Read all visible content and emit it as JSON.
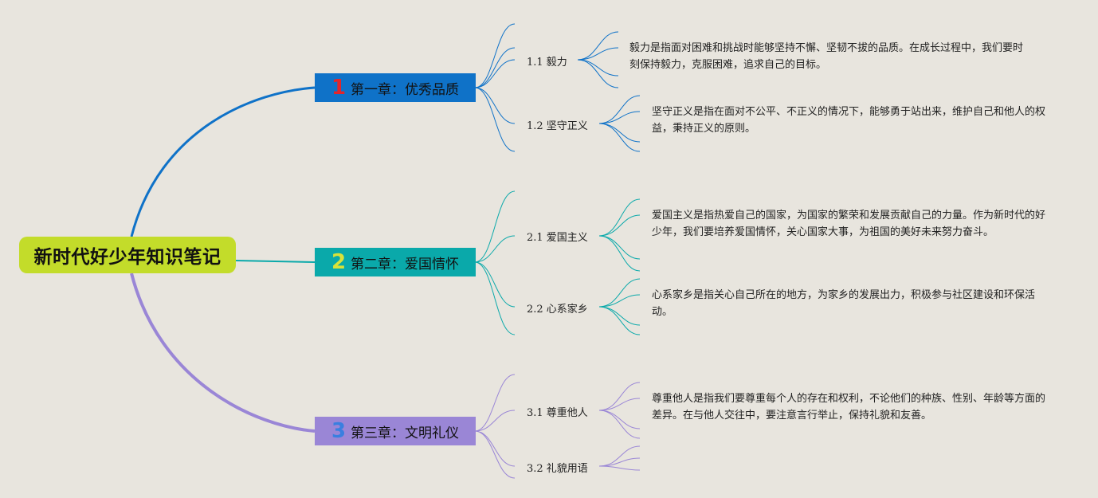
{
  "root": {
    "title": "新时代好少年知识笔记"
  },
  "colors": {
    "background": "#e8e5de",
    "root_bg": "#c3dc2a",
    "ch1": "#0f72c8",
    "ch2": "#0aa9aa",
    "ch3": "#9a86d6",
    "ch1_num": "#e2262b",
    "ch2_num": "#d8e23a",
    "ch3_num": "#3a7fe0"
  },
  "chapters": [
    {
      "num": "1",
      "label": "第一章：优秀品质",
      "topics": [
        {
          "label": "1.1 毅力",
          "desc": "毅力是指面对困难和挑战时能够坚持不懈、坚韧不拔的品质。在成长过程中，我们要时刻保持毅力，克服困难，追求自己的目标。"
        },
        {
          "label": "1.2 坚守正义",
          "desc": "坚守正义是指在面对不公平、不正义的情况下，能够勇于站出来，维护自己和他人的权益，秉持正义的原则。"
        }
      ]
    },
    {
      "num": "2",
      "label": "第二章：爱国情怀",
      "topics": [
        {
          "label": "2.1 爱国主义",
          "desc": "爱国主义是指热爱自己的国家，为国家的繁荣和发展贡献自己的力量。作为新时代的好少年，我们要培养爱国情怀，关心国家大事，为祖国的美好未来努力奋斗。"
        },
        {
          "label": "2.2 心系家乡",
          "desc": "心系家乡是指关心自己所在的地方，为家乡的发展出力，积极参与社区建设和环保活动。"
        }
      ]
    },
    {
      "num": "3",
      "label": "第三章：文明礼仪",
      "topics": [
        {
          "label": "3.1 尊重他人",
          "desc": "尊重他人是指我们要尊重每个人的存在和权利，不论他们的种族、性别、年龄等方面的差异。在与他人交往中，要注意言行举止，保持礼貌和友善。"
        },
        {
          "label": "3.2 礼貌用语",
          "desc": ""
        }
      ]
    }
  ]
}
